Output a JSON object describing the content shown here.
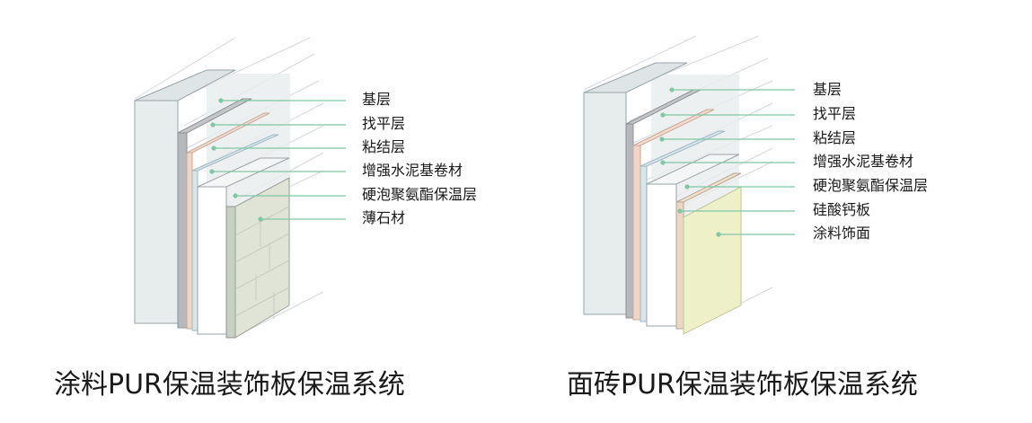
{
  "diagrams": [
    {
      "caption": "涂料PUR保温装饰板保温系统",
      "layers": [
        "基层",
        "找平层",
        "粘结层",
        "增强水泥基卷材",
        "硬泡聚氨酯保温层",
        "薄石材"
      ]
    },
    {
      "caption": "面砖PUR保温装饰板保温系统",
      "layers": [
        "基层",
        "找平层",
        "粘结层",
        "增强水泥基卷材",
        "硬泡聚氨酯保温层",
        "硅酸钙板",
        "涂料饰面"
      ]
    }
  ],
  "colors": {
    "leader": "#7fc7a5",
    "wall": "#e3e8ea",
    "wall_stroke": "#9aa3a7",
    "leveling": "#b3b6b8",
    "adhesive": "#f1d6c8",
    "mesh": "#cfe2ea",
    "insulation": "#ffffff",
    "stone": "#dfe4d6",
    "calcium_silicate": "#e9d8c3",
    "coating": "#eef0c8"
  }
}
